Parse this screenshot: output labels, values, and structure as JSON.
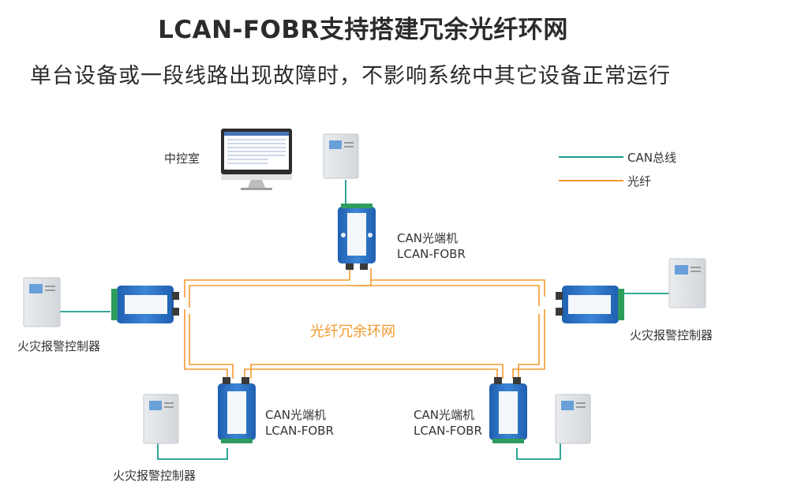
{
  "header": {
    "title": "LCAN-FOBR支持搭建冗余光纤环网",
    "subtitle": "单台设备或一段线路出现故障时，不影响系统中其它设备正常运行"
  },
  "legend": {
    "can_label": "CAN总线",
    "fiber_label": "光纤",
    "can_color": "#1a9b8c",
    "fiber_color": "#f39a2e"
  },
  "ring_label": "光纤冗余环网",
  "control_room": {
    "label": "中控室"
  },
  "converters": {
    "top": {
      "line1": "CAN光端机",
      "line2": "LCAN-FOBR"
    },
    "bottom_left": {
      "line1": "CAN光端机",
      "line2": "LCAN-FOBR"
    },
    "bottom_right": {
      "line1": "CAN光端机",
      "line2": "LCAN-FOBR"
    }
  },
  "controllers": {
    "left": "火灾报警控制器",
    "right": "火灾报警控制器",
    "bottom_left": "火灾报警控制器"
  }
}
